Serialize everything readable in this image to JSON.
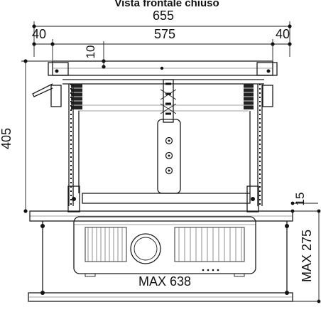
{
  "title": "Vista frontale chiuso",
  "dimensions": {
    "overall_width": "655",
    "side_left": "40",
    "inner_width": "575",
    "side_right": "40",
    "top_offset": "10",
    "height": "405",
    "plate_gap": "15",
    "max_projector_width": "MAX 638",
    "max_projector_height": "MAX 275"
  },
  "colors": {
    "line": "#1a1a1a",
    "fill": "#ffffff"
  }
}
